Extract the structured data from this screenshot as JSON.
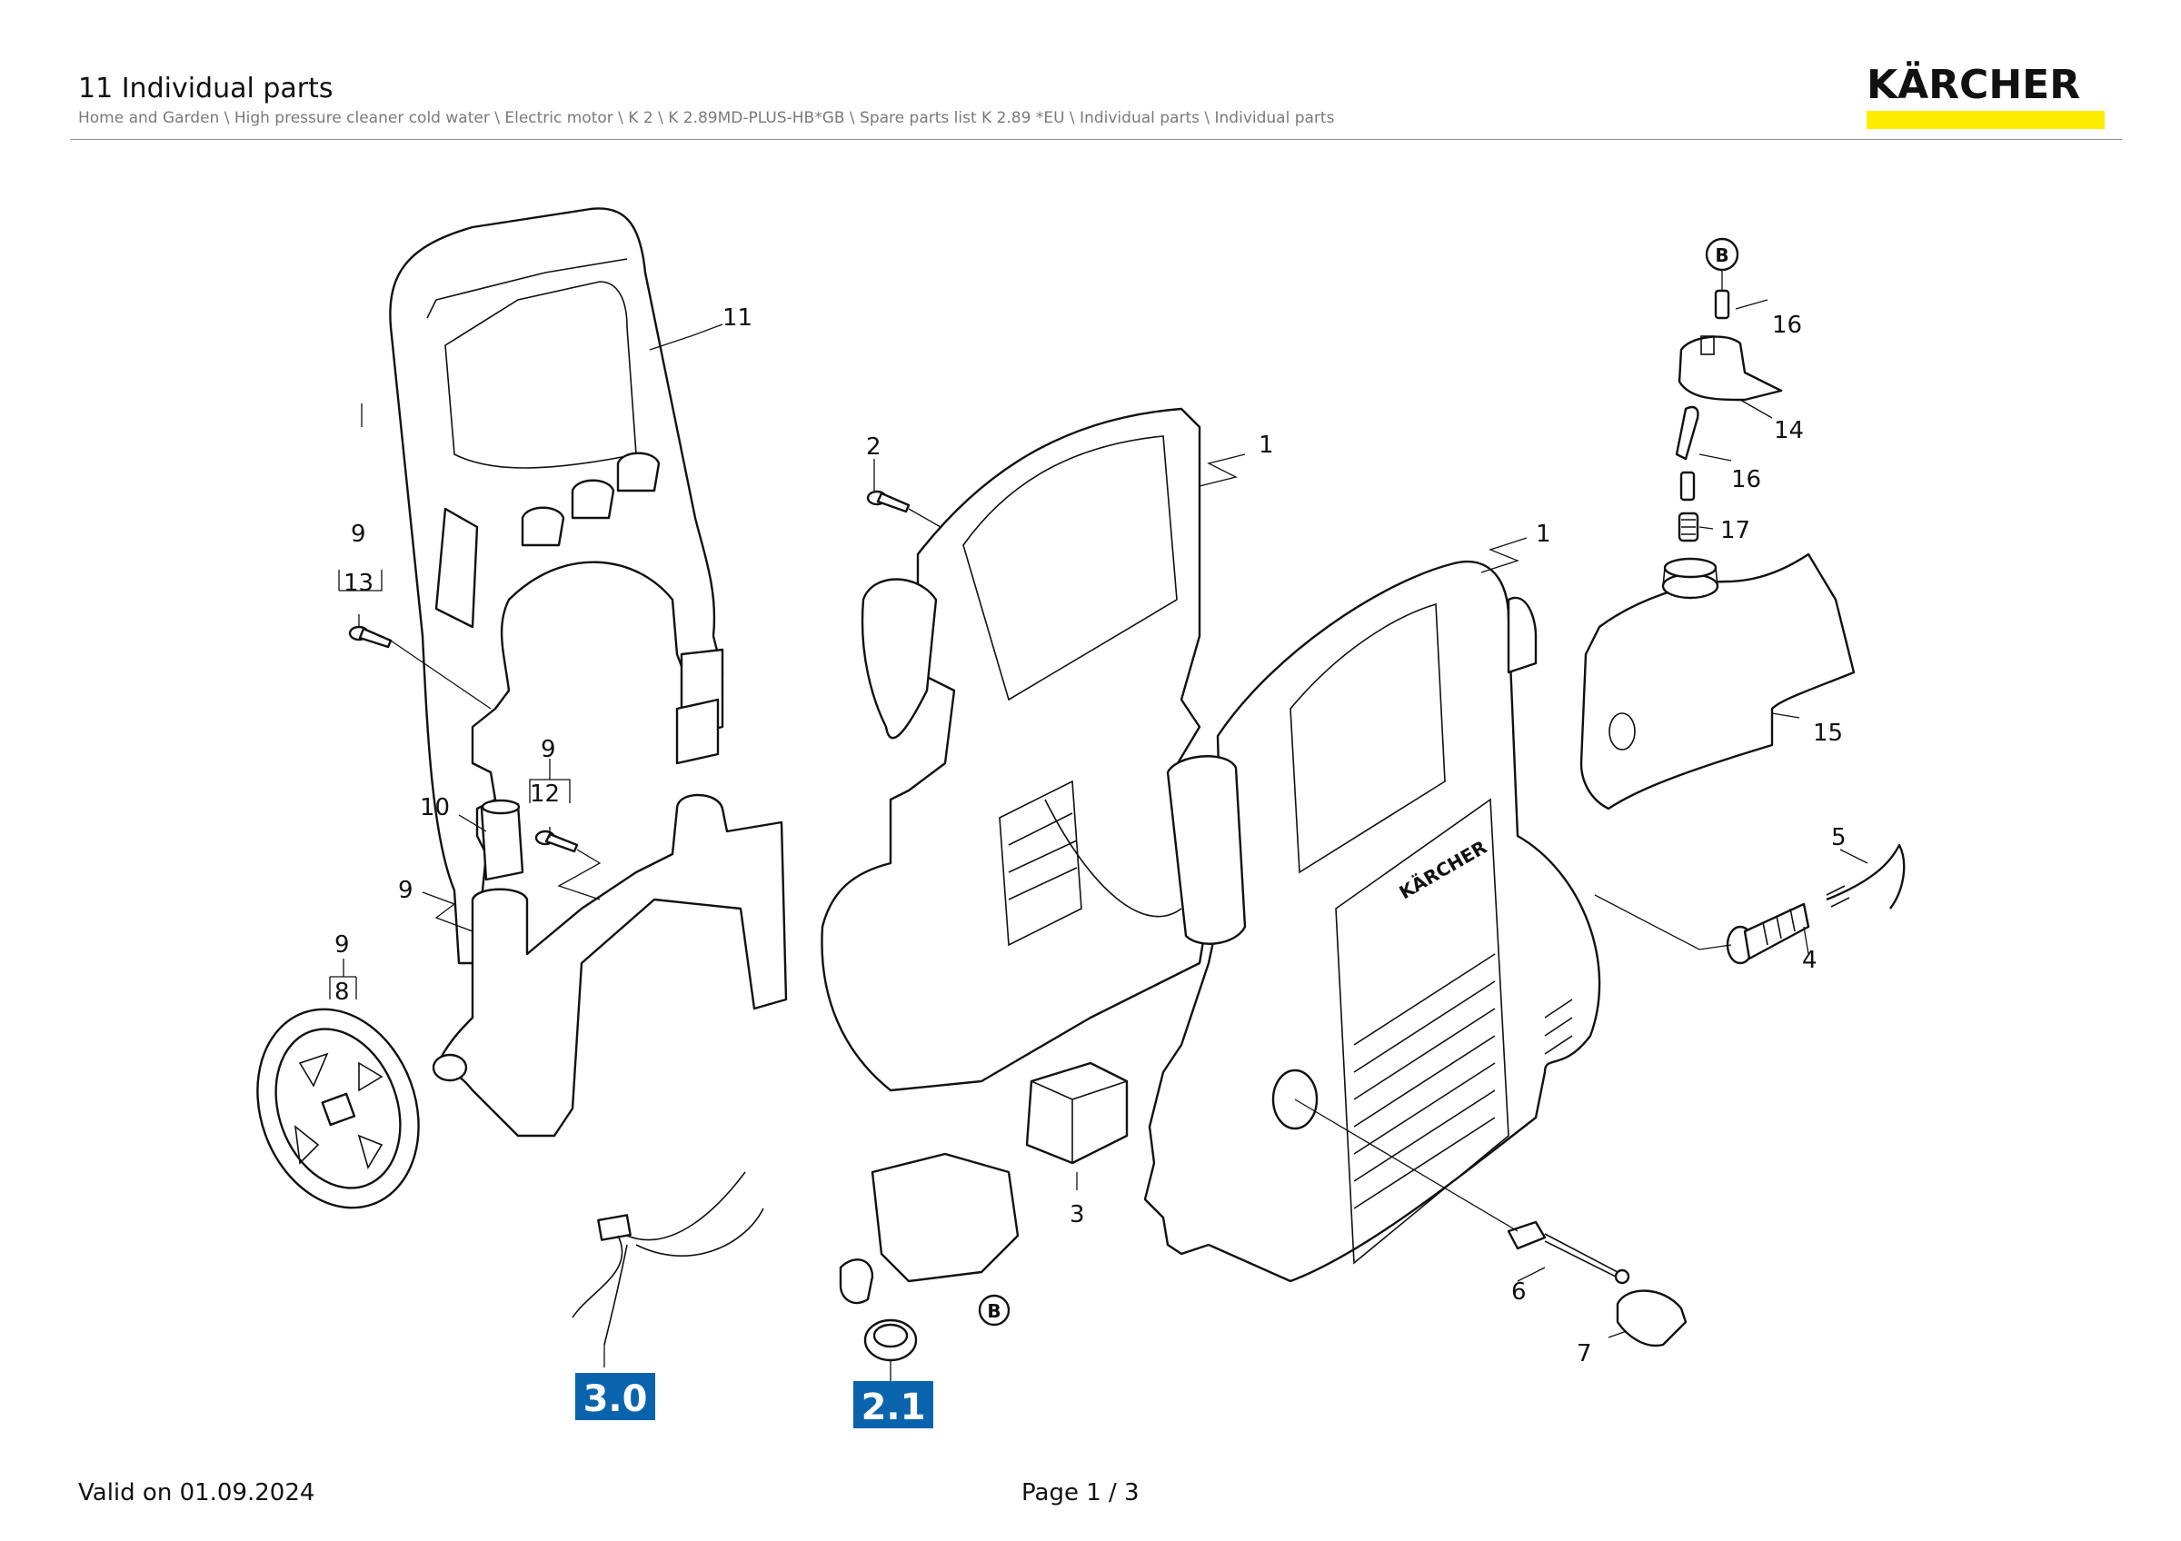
{
  "header": {
    "title": "11 Individual parts",
    "breadcrumb": "Home and Garden \\ High pressure cleaner cold water \\ Electric motor \\ K 2 \\ K 2.89MD-PLUS-HB*GB \\ Spare parts list K 2.89 *EU \\ Individual parts \\ Individual parts"
  },
  "logo": {
    "text": "KÄRCHER",
    "bar_color": "#ffed00",
    "body_label": "KÄRCHER"
  },
  "callouts": {
    "c1a": "1",
    "c1b": "1",
    "c2": "2",
    "c3": "3",
    "c4": "4",
    "c5": "5",
    "c6": "6",
    "c7": "7",
    "c8": "8",
    "c9a": "9",
    "c9b": "9",
    "c9c": "9",
    "c9d": "9",
    "c10": "10",
    "c11": "11",
    "c12": "12",
    "c13": "13",
    "c14": "14",
    "c15": "15",
    "c16a": "16",
    "c16b": "16",
    "c17": "17",
    "markerA": "B",
    "markerB": "B"
  },
  "group_labels": {
    "g30": "3.0",
    "g21": "2.1",
    "color": "#0a64ad"
  },
  "footer": {
    "valid": "Valid on 01.09.2024",
    "page": "Page 1 / 3"
  }
}
